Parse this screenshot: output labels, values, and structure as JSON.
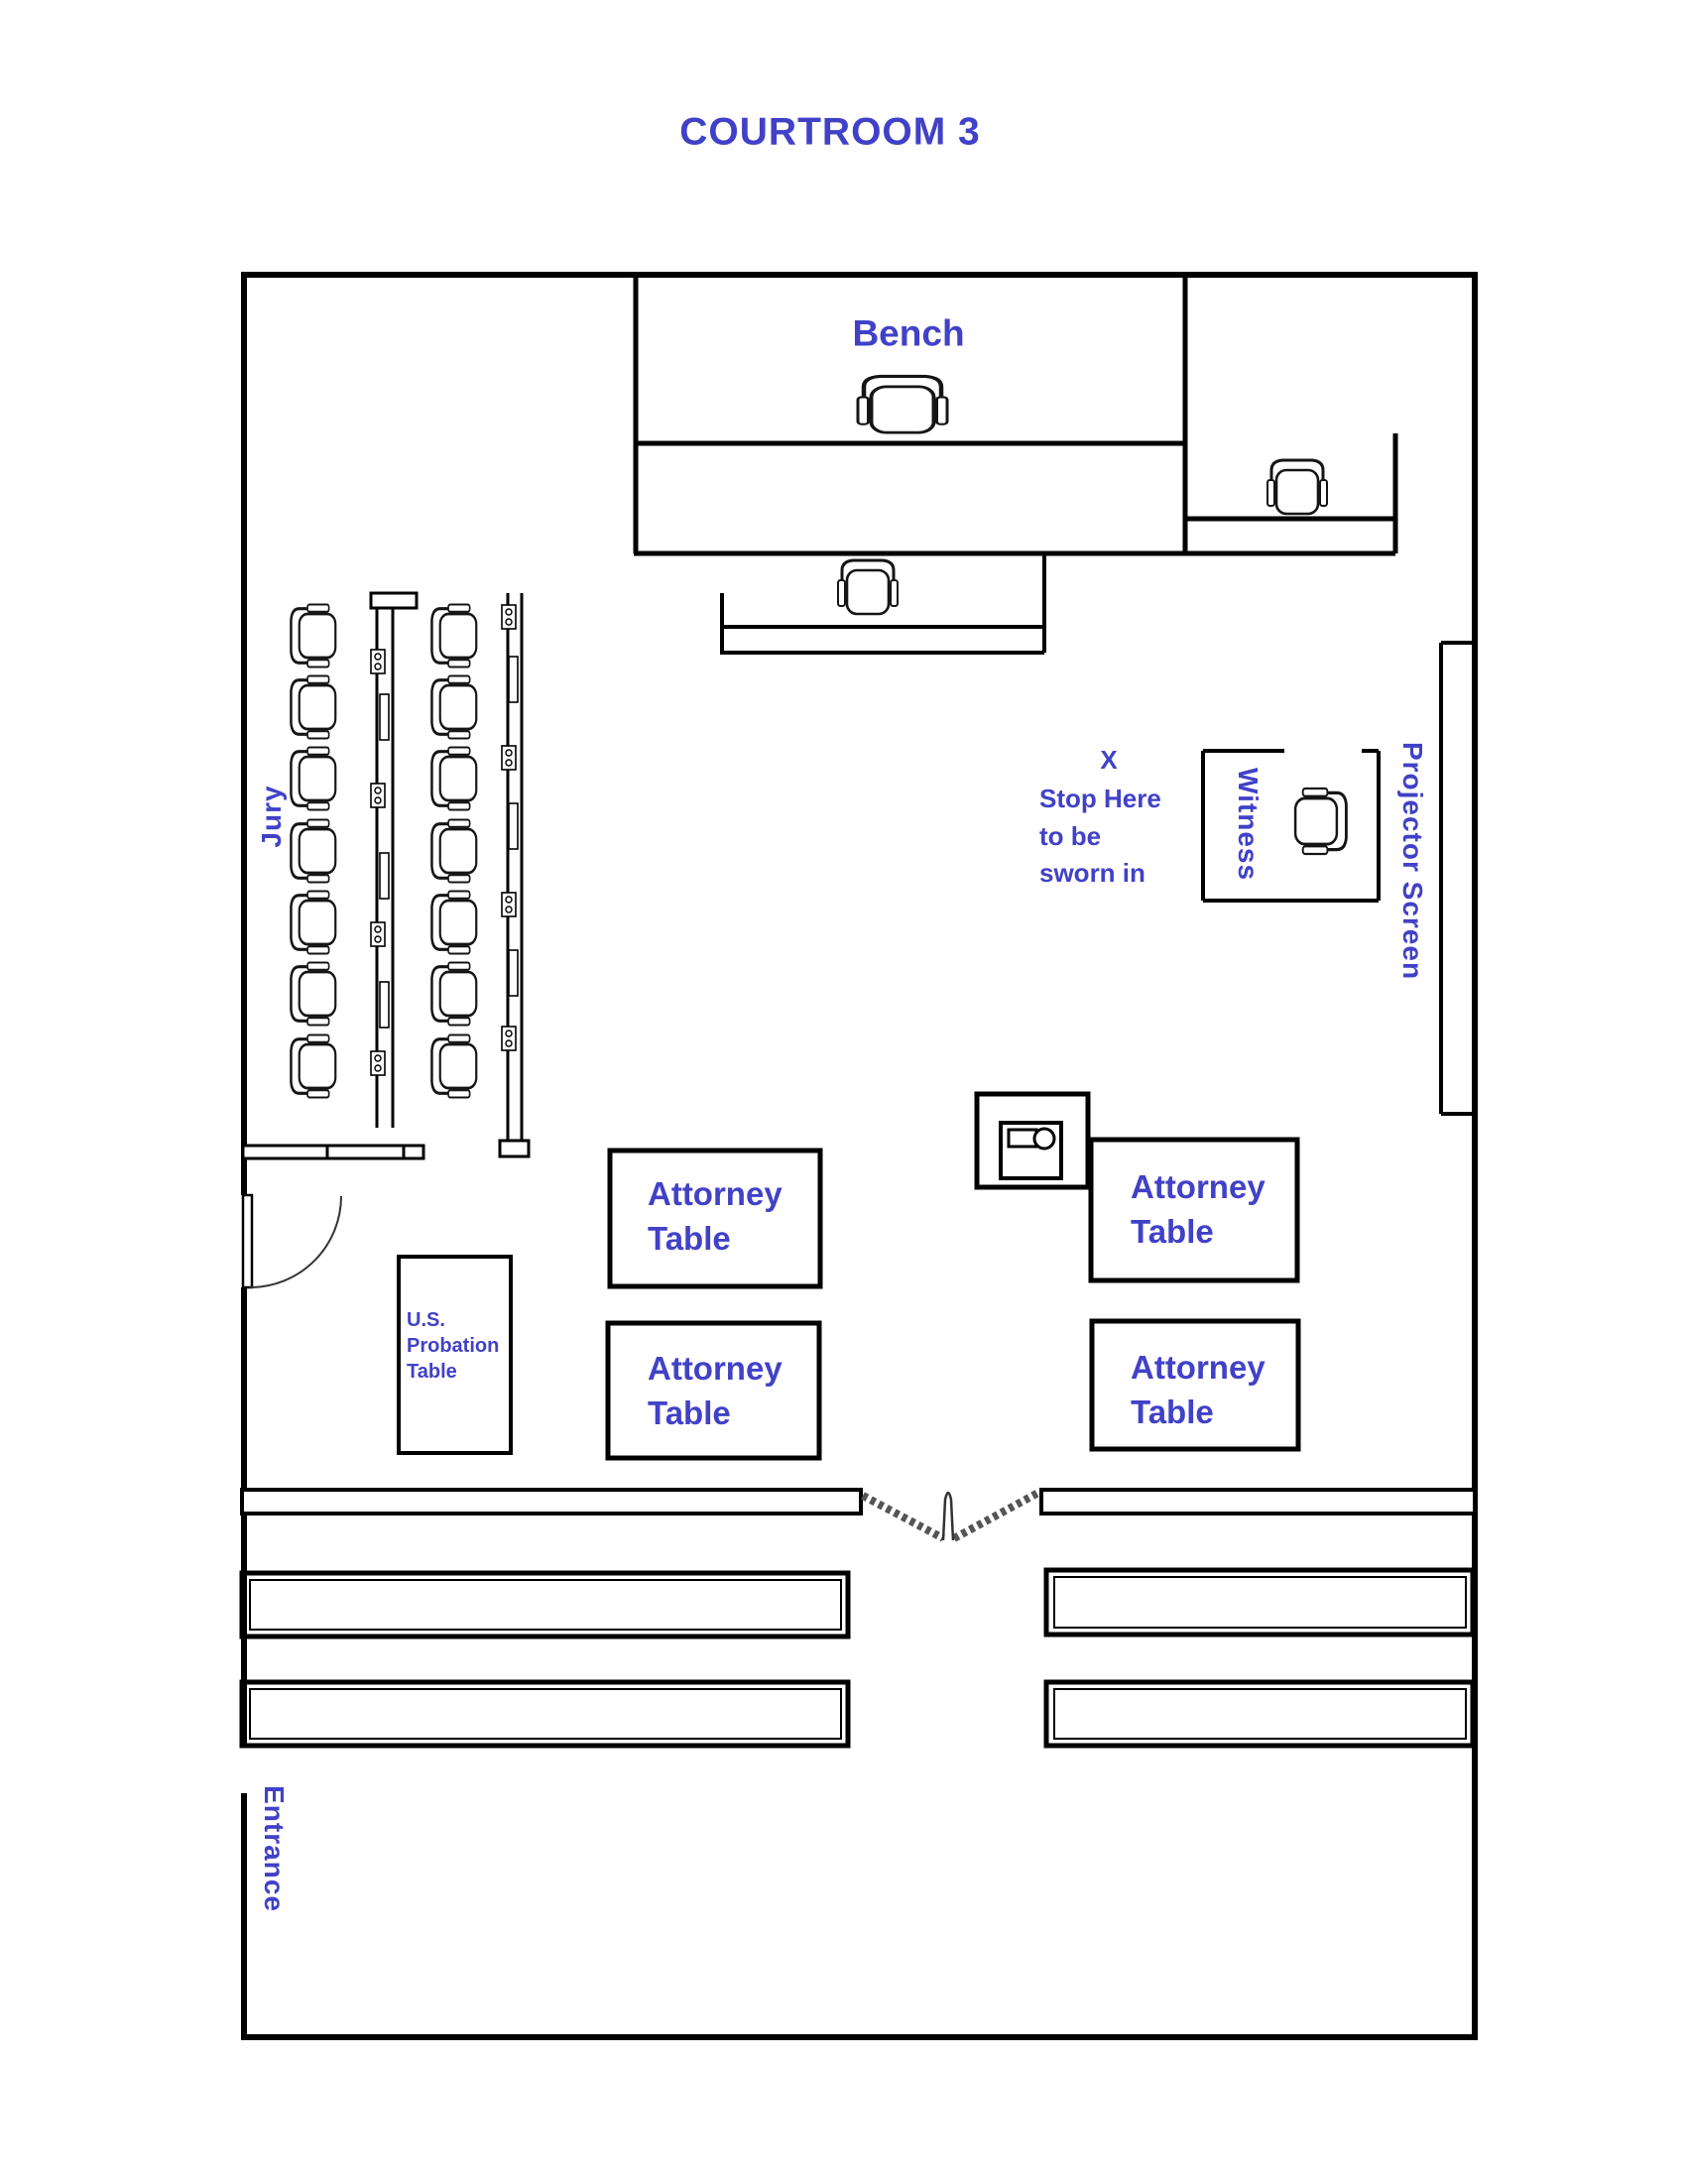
{
  "title": "COURTROOM 3",
  "colors": {
    "label_blue": "#4141C8",
    "line_black": "#000000"
  },
  "labels": {
    "bench": "Bench",
    "jury": "Jury",
    "witness": "Witness",
    "projector_screen": "Projector Screen",
    "entrance": "Entrance"
  },
  "sworn_in_marker": {
    "x": "X",
    "line1": "Stop Here",
    "line2": "to be",
    "line3": "sworn in"
  },
  "probation_table": {
    "line1": "U.S.",
    "line2": "Probation",
    "line3": "Table"
  },
  "attorney_tables": [
    {
      "id": "left-top",
      "line1": "Attorney",
      "line2": "Table"
    },
    {
      "id": "left-bottom",
      "line1": "Attorney",
      "line2": "Table"
    },
    {
      "id": "right-top",
      "line1": "Attorney",
      "line2": "Table"
    },
    {
      "id": "right-bottom",
      "line1": "Attorney",
      "line2": "Table"
    }
  ]
}
